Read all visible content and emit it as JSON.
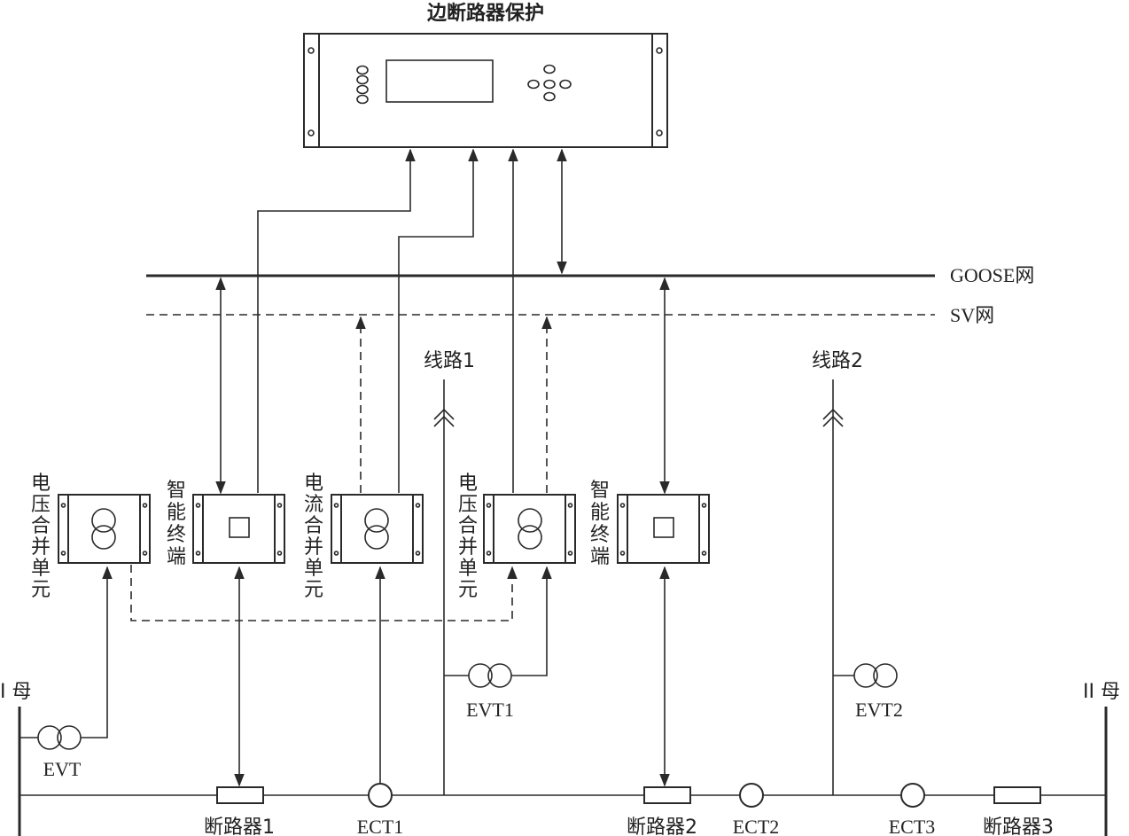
{
  "title": "边断路器保护",
  "networks": {
    "goose": "GOOSE网",
    "sv": "SV网"
  },
  "lines": {
    "line1": "线路1",
    "line2": "线路2"
  },
  "buses": {
    "bus1": "I 母",
    "bus2": "II 母"
  },
  "units": {
    "vmu_left": [
      "电",
      "压",
      "合",
      "并",
      "单",
      "元"
    ],
    "it_left": [
      "智",
      "能",
      "终",
      "端"
    ],
    "cmu": [
      "电",
      "流",
      "合",
      "并",
      "单",
      "元"
    ],
    "vmu_right": [
      "电",
      "压",
      "合",
      "并",
      "单",
      "元"
    ],
    "it_right": [
      "智",
      "能",
      "终",
      "端"
    ]
  },
  "vts": {
    "evt": "EVT",
    "evt1": "EVT1",
    "evt2": "EVT2"
  },
  "cts": {
    "ect1": "ECT1",
    "ect2": "ECT2",
    "ect3": "ECT3"
  },
  "breakers": {
    "b1": "断路器1",
    "b2": "断路器2",
    "b3": "断路器3"
  },
  "colors": {
    "line": "#2a2a2a",
    "background": "#ffffff"
  }
}
